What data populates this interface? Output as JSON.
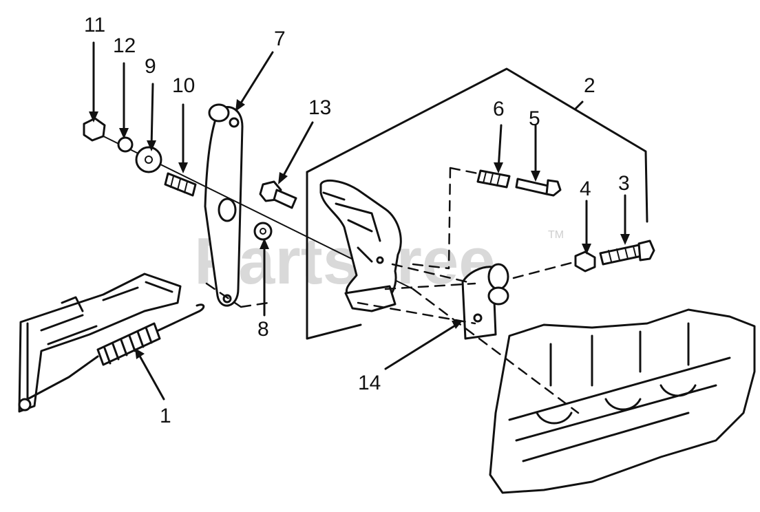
{
  "watermark": {
    "text": "PartsTree",
    "mark": "TM"
  },
  "callouts": {
    "c1": "1",
    "c2": "2",
    "c3": "3",
    "c4": "4",
    "c5": "5",
    "c6": "6",
    "c7": "7",
    "c8": "8",
    "c9": "9",
    "c10": "10",
    "c11": "11",
    "c12": "12",
    "c13": "13",
    "c14": "14"
  }
}
